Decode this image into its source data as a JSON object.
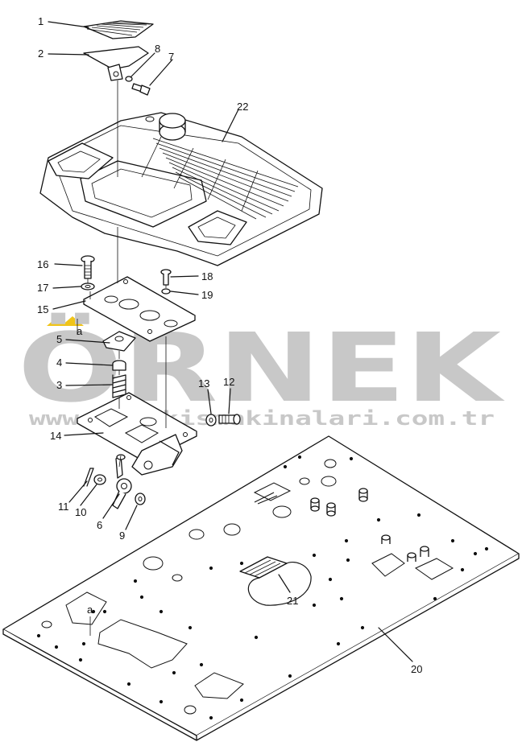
{
  "watermark": {
    "brand": "ÖRNEK",
    "url": "www.ornekismakinalari.com.tr",
    "color": "#c8c8c8",
    "accent": "#f0c419"
  },
  "detail_ref": "a",
  "callouts": [
    {
      "id": "c1",
      "label": "1"
    },
    {
      "id": "c2",
      "label": "2"
    },
    {
      "id": "c3",
      "label": "3"
    },
    {
      "id": "c4",
      "label": "4"
    },
    {
      "id": "c5",
      "label": "5"
    },
    {
      "id": "c6",
      "label": "6"
    },
    {
      "id": "c7",
      "label": "7"
    },
    {
      "id": "c8",
      "label": "8"
    },
    {
      "id": "c9",
      "label": "9"
    },
    {
      "id": "c10",
      "label": "10"
    },
    {
      "id": "c11",
      "label": "11"
    },
    {
      "id": "c12",
      "label": "12"
    },
    {
      "id": "c13",
      "label": "13"
    },
    {
      "id": "c14",
      "label": "14"
    },
    {
      "id": "c15",
      "label": "15"
    },
    {
      "id": "c16",
      "label": "16"
    },
    {
      "id": "c17",
      "label": "17"
    },
    {
      "id": "c18",
      "label": "18"
    },
    {
      "id": "c19",
      "label": "19"
    },
    {
      "id": "c20",
      "label": "20"
    },
    {
      "id": "c21",
      "label": "21"
    },
    {
      "id": "c22",
      "label": "22"
    }
  ]
}
